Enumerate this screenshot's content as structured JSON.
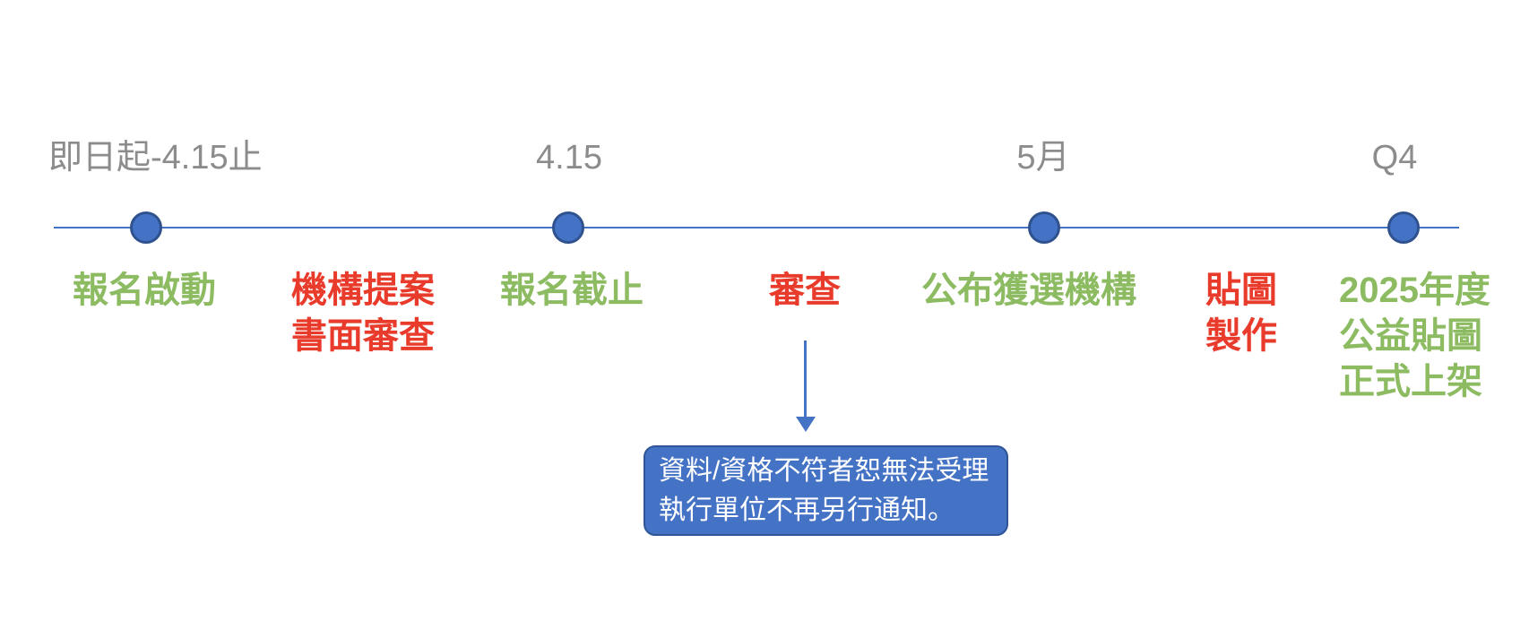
{
  "background": "#FFFFFF",
  "colors": {
    "timeline_blue": "#4472C4",
    "dot_border_blue": "#2F528F",
    "date_gray": "#8C8C8C",
    "phase_green": "#8CBB62",
    "phase_red": "#E93B2B",
    "callout_fill": "#4472C4",
    "callout_border": "#2F5597",
    "callout_text": "#FFFFFF"
  },
  "timeline": {
    "milestones": [
      {
        "date": "即日起-4.15止"
      },
      {
        "date": "4.15"
      },
      {
        "date": "5月"
      },
      {
        "date": "Q4"
      }
    ],
    "phases": [
      {
        "color": "#8CBB62",
        "lines": [
          "報名啟動"
        ]
      },
      {
        "color": "#E93B2B",
        "lines": [
          "機構提案",
          "書面審查"
        ]
      },
      {
        "color": "#8CBB62",
        "lines": [
          "報名截止"
        ]
      },
      {
        "color": "#E93B2B",
        "lines": [
          "審查"
        ]
      },
      {
        "color": "#8CBB62",
        "lines": [
          "公布獲選機構"
        ]
      },
      {
        "color": "#E93B2B",
        "lines": [
          "貼圖",
          "製作"
        ]
      },
      {
        "color": "#8CBB62",
        "lines": [
          "2025年度",
          "公益貼圖",
          "正式上架"
        ]
      }
    ]
  },
  "callout": {
    "lines": [
      "資料/資格不符者恕無法受理",
      "執行單位不再另行通知。"
    ]
  }
}
